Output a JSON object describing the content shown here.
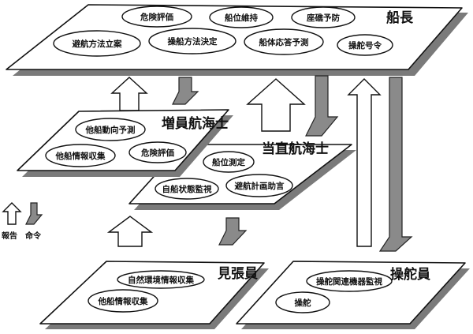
{
  "roles": {
    "captain": "船長",
    "extra_officer": "増員航海士",
    "watch_officer": "当直航海士",
    "lookout": "見張員",
    "helmsman": "操舵員"
  },
  "tasks": {
    "captain": [
      "危険評価",
      "船位維持",
      "座礁予防",
      "避航方法立案",
      "操船方法決定",
      "船体応答予測",
      "操舵号令"
    ],
    "extra_officer": [
      "他船動向予測",
      "他船情報収集",
      "危険評価"
    ],
    "watch_officer": [
      "船位測定",
      "自船状態監視",
      "避航計画助言"
    ],
    "lookout": [
      "自然環境情報収集",
      "他船情報収集"
    ],
    "helmsman": [
      "操舵関連機器監視",
      "操舵"
    ]
  },
  "legend": {
    "report": "報告",
    "command": "命令"
  }
}
